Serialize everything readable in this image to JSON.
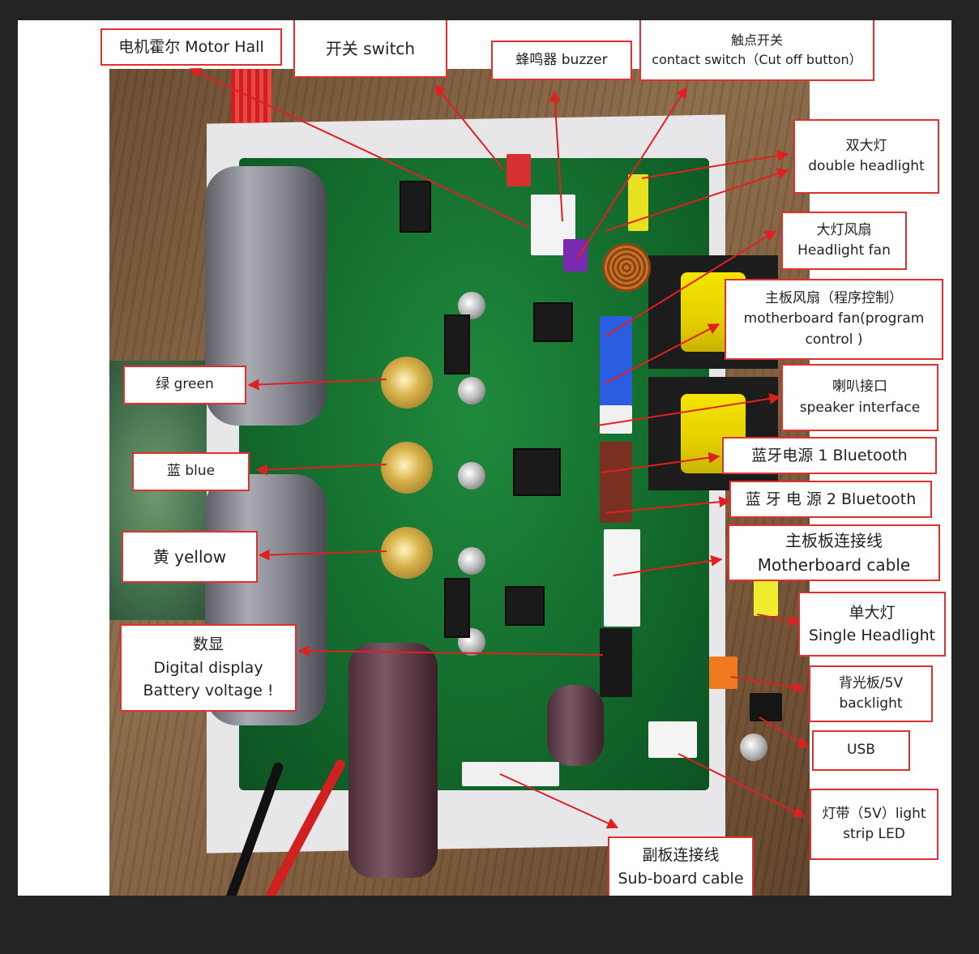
{
  "labels": {
    "motor_hall": "电机霍尔 Motor Hall",
    "switch": "开关 switch",
    "buzzer": "蜂鸣器 buzzer",
    "contact_switch": {
      "line1": "触点开关",
      "line2": "contact switch（Cut off button）"
    },
    "double_headlight": {
      "line1": "双大灯",
      "line2": "double headlight"
    },
    "headlight_fan": {
      "line1": "大灯风扇",
      "line2": "Headlight fan"
    },
    "motherboard_fan": {
      "line1": "主板风扇（程序控制）",
      "line2": "motherboard fan(program",
      "line3": "control )"
    },
    "speaker": {
      "line1": "喇叭接口",
      "line2": "speaker interface"
    },
    "bt1": "蓝牙电源 1 Bluetooth",
    "bt2": "蓝 牙 电 源  2  Bluetooth",
    "mb_cable": {
      "line1": "主板板连接线",
      "line2": "Motherboard cable"
    },
    "single_headlight": {
      "line1": "单大灯",
      "line2": "Single Headlight"
    },
    "backlight": {
      "line1": "背光板/5V",
      "line2": "backlight"
    },
    "usb": "USB",
    "light_strip": {
      "line1": "灯带（5V）light",
      "line2": "strip LED"
    },
    "sub_board": {
      "line1": "副板连接线",
      "line2": "Sub-board cable"
    },
    "green": "绿 green",
    "blue": "蓝 blue",
    "yellow": "黄  yellow",
    "digital_display": {
      "line1": "数显",
      "line2": "Digital display",
      "line3": "Battery voltage !"
    }
  },
  "colors": {
    "label_border": "#e03030",
    "arrow": "#e02020",
    "page_background": "#242424"
  }
}
